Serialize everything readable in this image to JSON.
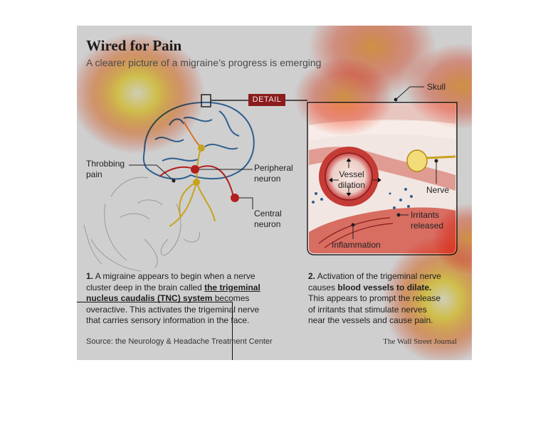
{
  "title": "Wired for Pain",
  "subtitle": "A clearer picture of a migraine’s progress is emerging",
  "detail_tag": "DETAIL",
  "labels": {
    "throbbing_1": "Throbbing",
    "throbbing_2": "pain",
    "peripheral_1": "Peripheral",
    "peripheral_2": "neuron",
    "central_1": "Central",
    "central_2": "neuron",
    "skull": "Skull",
    "vessel_1": "Vessel",
    "vessel_2": "dilation",
    "nerve": "Nerve",
    "irritants_1": "Irritants",
    "irritants_2": "released",
    "inflammation": "Inflammation"
  },
  "step1": {
    "num": "1.",
    "l1": "A migraine appears to begin when a nerve",
    "l2a": "cluster deep in the brain called ",
    "l2b": "the trigeminal",
    "l3a": "nucleus caudalis (TNC) system",
    "l3b": " becomes",
    "l4": "overactive. This activates the trigeminal nerve",
    "l5": "that carries sensory information in the face."
  },
  "step2": {
    "num": "2.",
    "l1": "Activation of the trigeminal nerve",
    "l2a": "causes ",
    "l2b": "blood vessels to dilate.",
    "l3": "This appears to prompt the release",
    "l4": "of irritants that stimulate nerves",
    "l5": "near the vessels and cause pain."
  },
  "source": "Source: the Neurology & Headache Treatment Center",
  "credit": "The Wall Street Journal",
  "colors": {
    "panel": "#cfcfcf",
    "accent_red": "#b21f1f",
    "detail_bg": "#8a1c1c",
    "nerve_yellow": "#c8a21e",
    "brain_blue": "#2f5f8f",
    "heat_yellow": "#fff6a0",
    "heat_red": "#ff2a00"
  }
}
